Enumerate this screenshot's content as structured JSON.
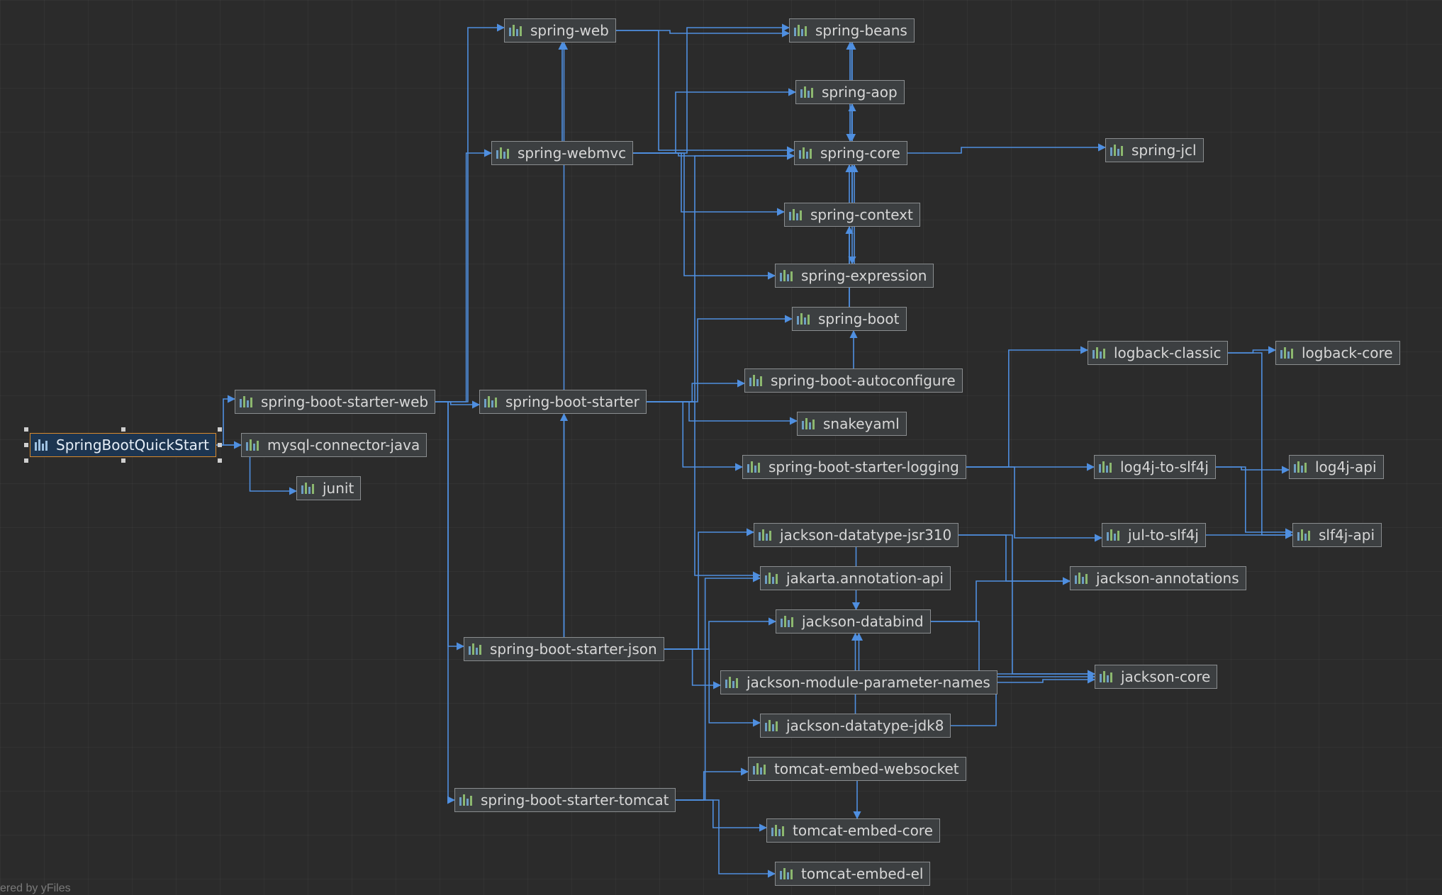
{
  "colors": {
    "background": "#2b2b2b",
    "edge": "#4f8fe0",
    "node_border": "#8a8d8f",
    "root_border": "#d98a2b"
  },
  "root": {
    "id": "springbootquickstart",
    "label": "SpringBootQuickStart",
    "icon": "module-icon"
  },
  "nodes": [
    {
      "id": "spring-boot-starter-web",
      "label": "spring-boot-starter-web",
      "icon": "library-icon"
    },
    {
      "id": "mysql-connector-java",
      "label": "mysql-connector-java",
      "icon": "library-icon"
    },
    {
      "id": "junit",
      "label": "junit",
      "icon": "library-icon"
    },
    {
      "id": "spring-web",
      "label": "spring-web",
      "icon": "library-icon"
    },
    {
      "id": "spring-webmvc",
      "label": "spring-webmvc",
      "icon": "library-icon"
    },
    {
      "id": "spring-boot-starter",
      "label": "spring-boot-starter",
      "icon": "library-icon"
    },
    {
      "id": "spring-boot-starter-json",
      "label": "spring-boot-starter-json",
      "icon": "library-icon"
    },
    {
      "id": "spring-boot-starter-tomcat",
      "label": "spring-boot-starter-tomcat",
      "icon": "library-icon"
    },
    {
      "id": "spring-beans",
      "label": "spring-beans",
      "icon": "library-icon"
    },
    {
      "id": "spring-aop",
      "label": "spring-aop",
      "icon": "library-icon"
    },
    {
      "id": "spring-core",
      "label": "spring-core",
      "icon": "library-icon"
    },
    {
      "id": "spring-context",
      "label": "spring-context",
      "icon": "library-icon"
    },
    {
      "id": "spring-expression",
      "label": "spring-expression",
      "icon": "library-icon"
    },
    {
      "id": "spring-boot",
      "label": "spring-boot",
      "icon": "library-icon"
    },
    {
      "id": "spring-boot-autoconfigure",
      "label": "spring-boot-autoconfigure",
      "icon": "library-icon"
    },
    {
      "id": "snakeyaml",
      "label": "snakeyaml",
      "icon": "library-icon"
    },
    {
      "id": "spring-boot-starter-logging",
      "label": "spring-boot-starter-logging",
      "icon": "library-icon"
    },
    {
      "id": "jackson-datatype-jsr310",
      "label": "jackson-datatype-jsr310",
      "icon": "library-icon"
    },
    {
      "id": "jakarta-annotation-api",
      "label": "jakarta.annotation-api",
      "icon": "library-icon"
    },
    {
      "id": "jackson-databind",
      "label": "jackson-databind",
      "icon": "library-icon"
    },
    {
      "id": "jackson-module-parameter-names",
      "label": "jackson-module-parameter-names",
      "icon": "library-icon"
    },
    {
      "id": "jackson-datatype-jdk8",
      "label": "jackson-datatype-jdk8",
      "icon": "library-icon"
    },
    {
      "id": "tomcat-embed-websocket",
      "label": "tomcat-embed-websocket",
      "icon": "library-icon"
    },
    {
      "id": "tomcat-embed-core",
      "label": "tomcat-embed-core",
      "icon": "library-icon"
    },
    {
      "id": "tomcat-embed-el",
      "label": "tomcat-embed-el",
      "icon": "library-icon"
    },
    {
      "id": "spring-jcl",
      "label": "spring-jcl",
      "icon": "library-icon"
    },
    {
      "id": "logback-classic",
      "label": "logback-classic",
      "icon": "library-icon"
    },
    {
      "id": "log4j-to-slf4j",
      "label": "log4j-to-slf4j",
      "icon": "library-icon"
    },
    {
      "id": "jul-to-slf4j",
      "label": "jul-to-slf4j",
      "icon": "library-icon"
    },
    {
      "id": "jackson-annotations",
      "label": "jackson-annotations",
      "icon": "library-icon"
    },
    {
      "id": "jackson-core",
      "label": "jackson-core",
      "icon": "library-icon"
    },
    {
      "id": "logback-core",
      "label": "logback-core",
      "icon": "library-icon"
    },
    {
      "id": "log4j-api",
      "label": "log4j-api",
      "icon": "library-icon"
    },
    {
      "id": "slf4j-api",
      "label": "slf4j-api",
      "icon": "library-icon"
    }
  ],
  "edges": [
    [
      "springbootquickstart",
      "spring-boot-starter-web"
    ],
    [
      "springbootquickstart",
      "mysql-connector-java"
    ],
    [
      "springbootquickstart",
      "junit"
    ],
    [
      "spring-boot-starter-web",
      "spring-web"
    ],
    [
      "spring-boot-starter-web",
      "spring-webmvc"
    ],
    [
      "spring-boot-starter-web",
      "spring-boot-starter"
    ],
    [
      "spring-boot-starter-web",
      "spring-boot-starter-json"
    ],
    [
      "spring-boot-starter-web",
      "spring-boot-starter-tomcat"
    ],
    [
      "spring-webmvc",
      "spring-web"
    ],
    [
      "spring-webmvc",
      "spring-beans"
    ],
    [
      "spring-webmvc",
      "spring-aop"
    ],
    [
      "spring-webmvc",
      "spring-core"
    ],
    [
      "spring-webmvc",
      "spring-context"
    ],
    [
      "spring-webmvc",
      "spring-expression"
    ],
    [
      "spring-web",
      "spring-beans"
    ],
    [
      "spring-web",
      "spring-core"
    ],
    [
      "spring-beans",
      "spring-core"
    ],
    [
      "spring-aop",
      "spring-beans"
    ],
    [
      "spring-aop",
      "spring-core"
    ],
    [
      "spring-context",
      "spring-core"
    ],
    [
      "spring-context",
      "spring-aop"
    ],
    [
      "spring-context",
      "spring-beans"
    ],
    [
      "spring-context",
      "spring-expression"
    ],
    [
      "spring-expression",
      "spring-core"
    ],
    [
      "spring-core",
      "spring-jcl"
    ],
    [
      "spring-boot",
      "spring-core"
    ],
    [
      "spring-boot",
      "spring-context"
    ],
    [
      "spring-boot-autoconfigure",
      "spring-boot"
    ],
    [
      "spring-boot-starter",
      "spring-boot"
    ],
    [
      "spring-boot-starter",
      "spring-boot-autoconfigure"
    ],
    [
      "spring-boot-starter",
      "snakeyaml"
    ],
    [
      "spring-boot-starter",
      "spring-boot-starter-logging"
    ],
    [
      "spring-boot-starter",
      "spring-core"
    ],
    [
      "spring-boot-starter",
      "jakarta-annotation-api"
    ],
    [
      "spring-boot-starter-json",
      "spring-boot-starter"
    ],
    [
      "spring-boot-starter-json",
      "spring-web"
    ],
    [
      "spring-boot-starter-json",
      "jackson-datatype-jsr310"
    ],
    [
      "spring-boot-starter-json",
      "jackson-databind"
    ],
    [
      "spring-boot-starter-json",
      "jackson-module-parameter-names"
    ],
    [
      "spring-boot-starter-json",
      "jackson-datatype-jdk8"
    ],
    [
      "spring-boot-starter-tomcat",
      "jakarta-annotation-api"
    ],
    [
      "spring-boot-starter-tomcat",
      "tomcat-embed-websocket"
    ],
    [
      "spring-boot-starter-tomcat",
      "tomcat-embed-core"
    ],
    [
      "spring-boot-starter-tomcat",
      "tomcat-embed-el"
    ],
    [
      "tomcat-embed-websocket",
      "tomcat-embed-core"
    ],
    [
      "spring-boot-starter-logging",
      "logback-classic"
    ],
    [
      "spring-boot-starter-logging",
      "log4j-to-slf4j"
    ],
    [
      "spring-boot-starter-logging",
      "jul-to-slf4j"
    ],
    [
      "logback-classic",
      "logback-core"
    ],
    [
      "logback-classic",
      "slf4j-api"
    ],
    [
      "log4j-to-slf4j",
      "log4j-api"
    ],
    [
      "log4j-to-slf4j",
      "slf4j-api"
    ],
    [
      "jul-to-slf4j",
      "slf4j-api"
    ],
    [
      "jackson-datatype-jsr310",
      "jackson-annotations"
    ],
    [
      "jackson-datatype-jsr310",
      "jackson-core"
    ],
    [
      "jackson-datatype-jsr310",
      "jackson-databind"
    ],
    [
      "jackson-databind",
      "jackson-annotations"
    ],
    [
      "jackson-databind",
      "jackson-core"
    ],
    [
      "jackson-module-parameter-names",
      "jackson-databind"
    ],
    [
      "jackson-module-parameter-names",
      "jackson-core"
    ],
    [
      "jackson-datatype-jdk8",
      "jackson-databind"
    ],
    [
      "jackson-datatype-jdk8",
      "jackson-core"
    ]
  ],
  "credit": "ered by yFiles"
}
